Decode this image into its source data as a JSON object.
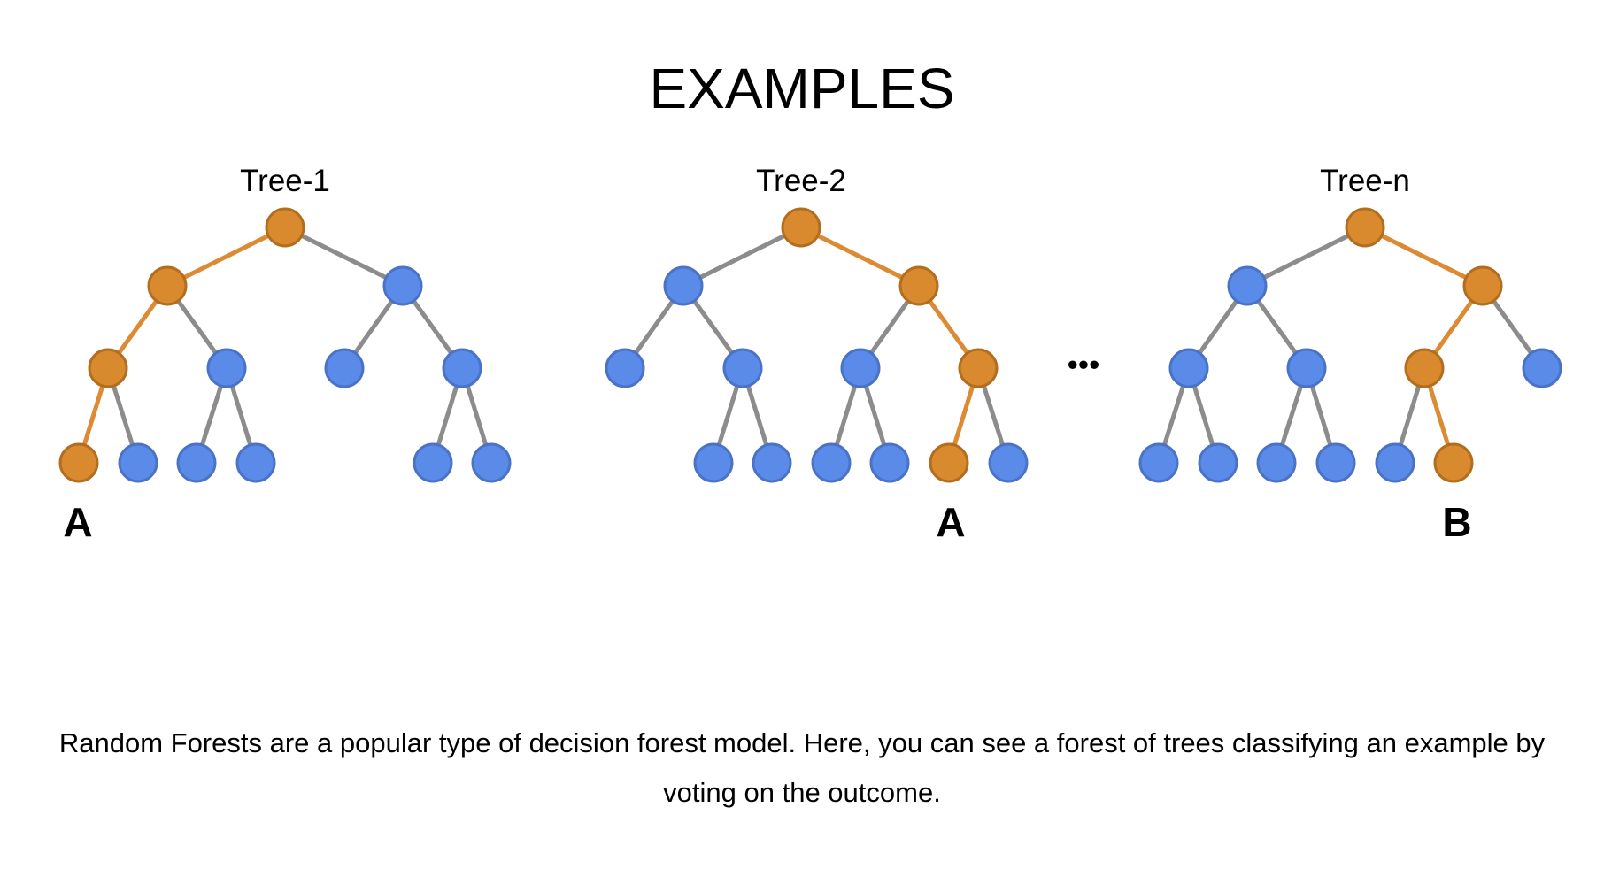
{
  "title": "EXAMPLES",
  "colors": {
    "path": "#D98A2F",
    "path_edge": "#DC8B34",
    "node": "#5B8BE8",
    "node_stroke": "#4A73C7",
    "path_stroke": "#B26D1E",
    "edge": "#8C8C8C"
  },
  "trees": [
    {
      "label": "Tree-1",
      "outcome": "A"
    },
    {
      "label": "Tree-2",
      "outcome": "A"
    },
    {
      "label": "Tree-n",
      "outcome": "B"
    }
  ],
  "ellipsis": "•••",
  "caption": "Random Forests are a popular type of decision forest model. Here, you can see a forest of trees classifying an example by voting on the outcome."
}
